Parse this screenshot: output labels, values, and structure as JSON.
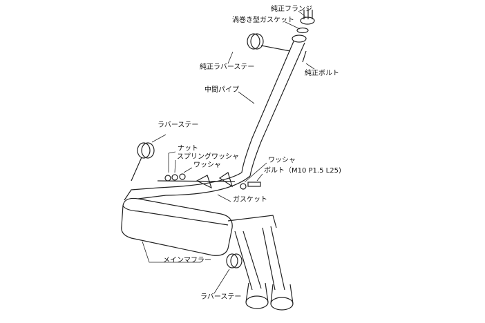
{
  "labels": {
    "oem_flange": "純正フランジ",
    "spiral_gasket": "渦巻き型ガスケット",
    "oem_rubber_stay": "純正ラバーステー",
    "oem_bolt": "純正ボルト",
    "center_pipe": "中間パイプ",
    "rubber_stay_top": "ラバーステー",
    "nut": "ナット",
    "spring_washer": "スプリングワッシャ",
    "washer_left": "ワッシャ",
    "washer_right": "ワッシャ",
    "bolt": "ボルト（M10 P1.5 L25)",
    "gasket": "ガスケット",
    "main_muffler": "メインマフラー",
    "rubber_stay_bottom": "ラバーステー"
  }
}
